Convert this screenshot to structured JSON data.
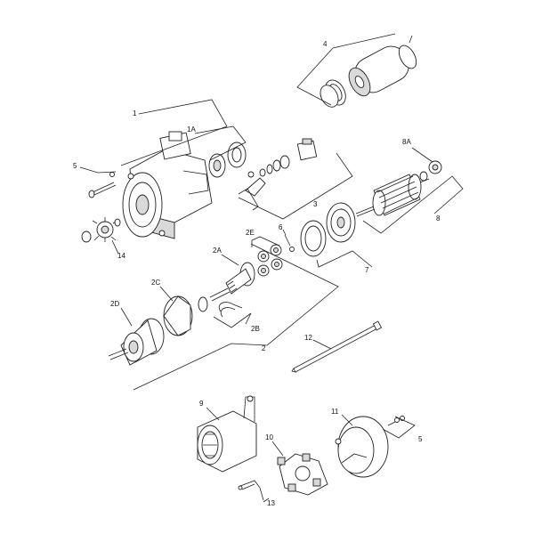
{
  "callouts": {
    "c1": "1",
    "c1A": "1A",
    "c2": "2",
    "c2A": "2A",
    "c2B": "2B",
    "c2C": "2C",
    "c2D": "2D",
    "c2E": "2E",
    "c3": "3",
    "c4": "4",
    "c5a": "5",
    "c5b": "5",
    "c6": "6",
    "c7": "7",
    "c8": "8",
    "c8A": "8A",
    "c9": "9",
    "c10": "10",
    "c11": "11",
    "c12": "12",
    "c13": "13",
    "c14": "14"
  }
}
